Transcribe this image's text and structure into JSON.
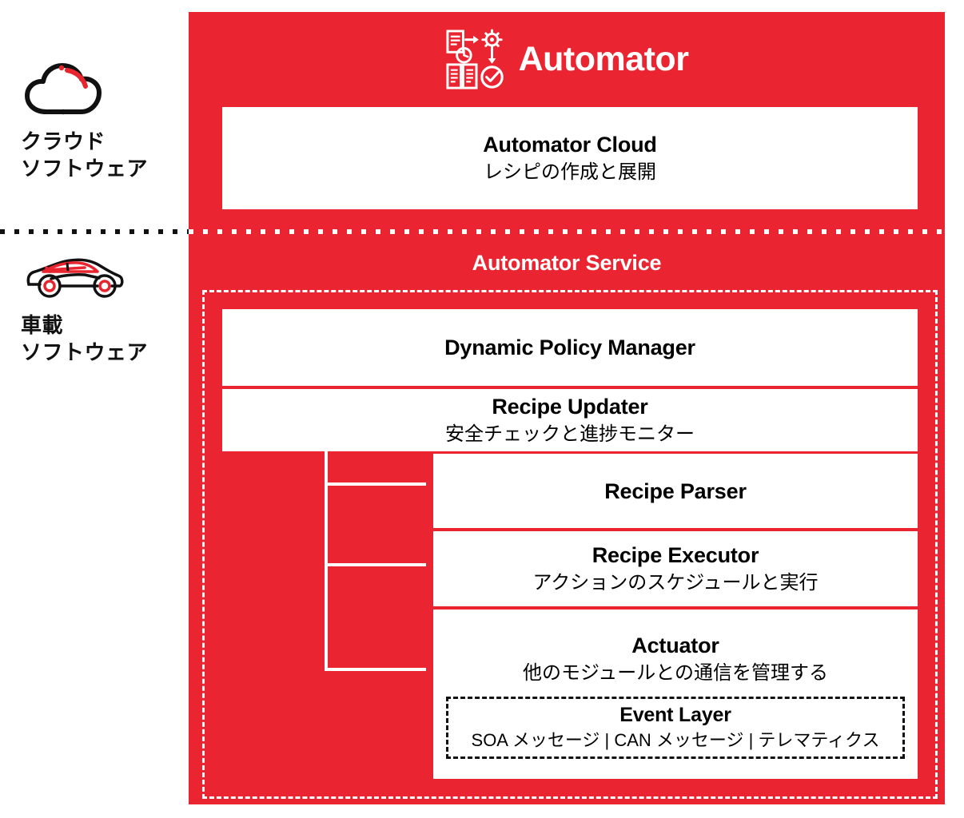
{
  "brand": {
    "title": "Automator",
    "logo_icon": "automation-workflow-icon"
  },
  "legend": {
    "cloud": {
      "icon": "cloud-icon",
      "label": "クラウド\nソフトウェア"
    },
    "vehicle": {
      "icon": "car-icon",
      "label": "車載\nソフトウェア"
    }
  },
  "cloud_section": {
    "box": {
      "title": "Automator Cloud",
      "subtitle": "レシピの作成と展開"
    }
  },
  "vehicle_section": {
    "heading": "Automator Service",
    "boxes": [
      {
        "title": "Dynamic Policy Manager",
        "subtitle": ""
      },
      {
        "title": "Recipe Updater",
        "subtitle": "安全チェックと進捗モニター"
      },
      {
        "title": "Recipe Parser",
        "subtitle": ""
      },
      {
        "title": "Recipe Executor",
        "subtitle": "アクションのスケジュールと実行"
      },
      {
        "title": "Actuator",
        "subtitle": "他のモジュールとの通信を管理する"
      }
    ],
    "event_layer": {
      "title": "Event Layer",
      "subtitle": "SOA メッセージ | CAN メッセージ | テレマティクス"
    }
  },
  "colors": {
    "brand_red": "#EA2430",
    "box_white": "#FFFFFF",
    "text_black": "#111111"
  }
}
